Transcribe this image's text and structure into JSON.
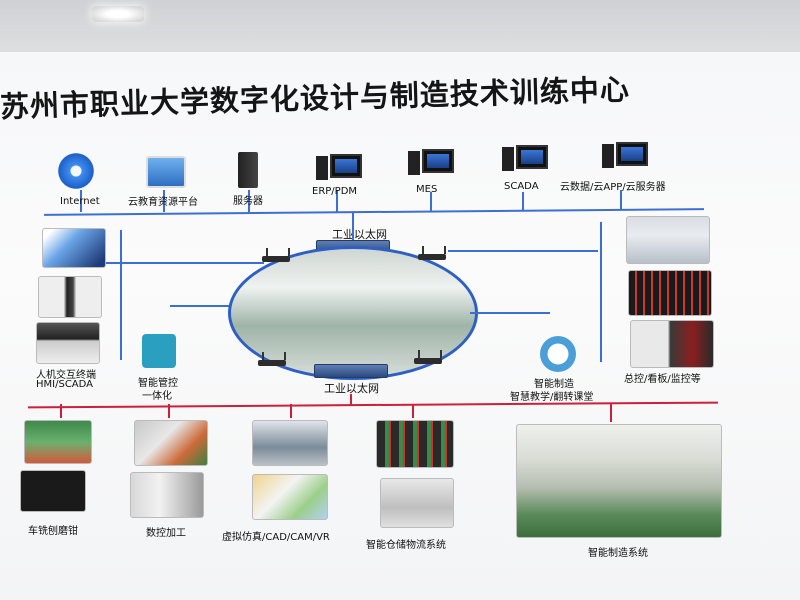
{
  "title": "苏州市职业大学数字化设计与制造技术训练中心",
  "top_nodes": [
    {
      "label": "Internet",
      "icon": "internet-explorer-icon"
    },
    {
      "label": "云教育资源平台",
      "icon": "cloud-platform-icon"
    },
    {
      "label": "服务器",
      "icon": "server-tower-icon"
    },
    {
      "label": "ERP/PDM",
      "icon": "workstation-icon"
    },
    {
      "label": "MES",
      "icon": "workstation-icon"
    },
    {
      "label": "SCADA",
      "icon": "workstation-icon"
    },
    {
      "label": "云数据/云APP/云服务器",
      "icon": "workstation-icon"
    }
  ],
  "network": {
    "top_switch": "工业以太网",
    "bottom_switch": "工业以太网"
  },
  "left_group": {
    "label_line1": "人机交互终端",
    "label_line2": "HMI/SCADA"
  },
  "mid_left": {
    "label_line1": "智能管控",
    "label_line2": "一体化"
  },
  "mid_right": {
    "label_line1": "智能制造",
    "label_line2": "智慧教学/翻转课堂"
  },
  "right_group": {
    "label": "总控/看板/监控等"
  },
  "bottom_items": [
    {
      "label": "车铣刨磨钳"
    },
    {
      "label": "数控加工"
    },
    {
      "label": "虚拟仿真/CAD/CAM/VR"
    },
    {
      "label": "智能仓储物流系统"
    },
    {
      "label": "智能制造系统"
    }
  ],
  "colors": {
    "network_line": "#3b6fd6",
    "process_line": "#cc1f3c",
    "ellipse_border": "#2d5fc4"
  }
}
